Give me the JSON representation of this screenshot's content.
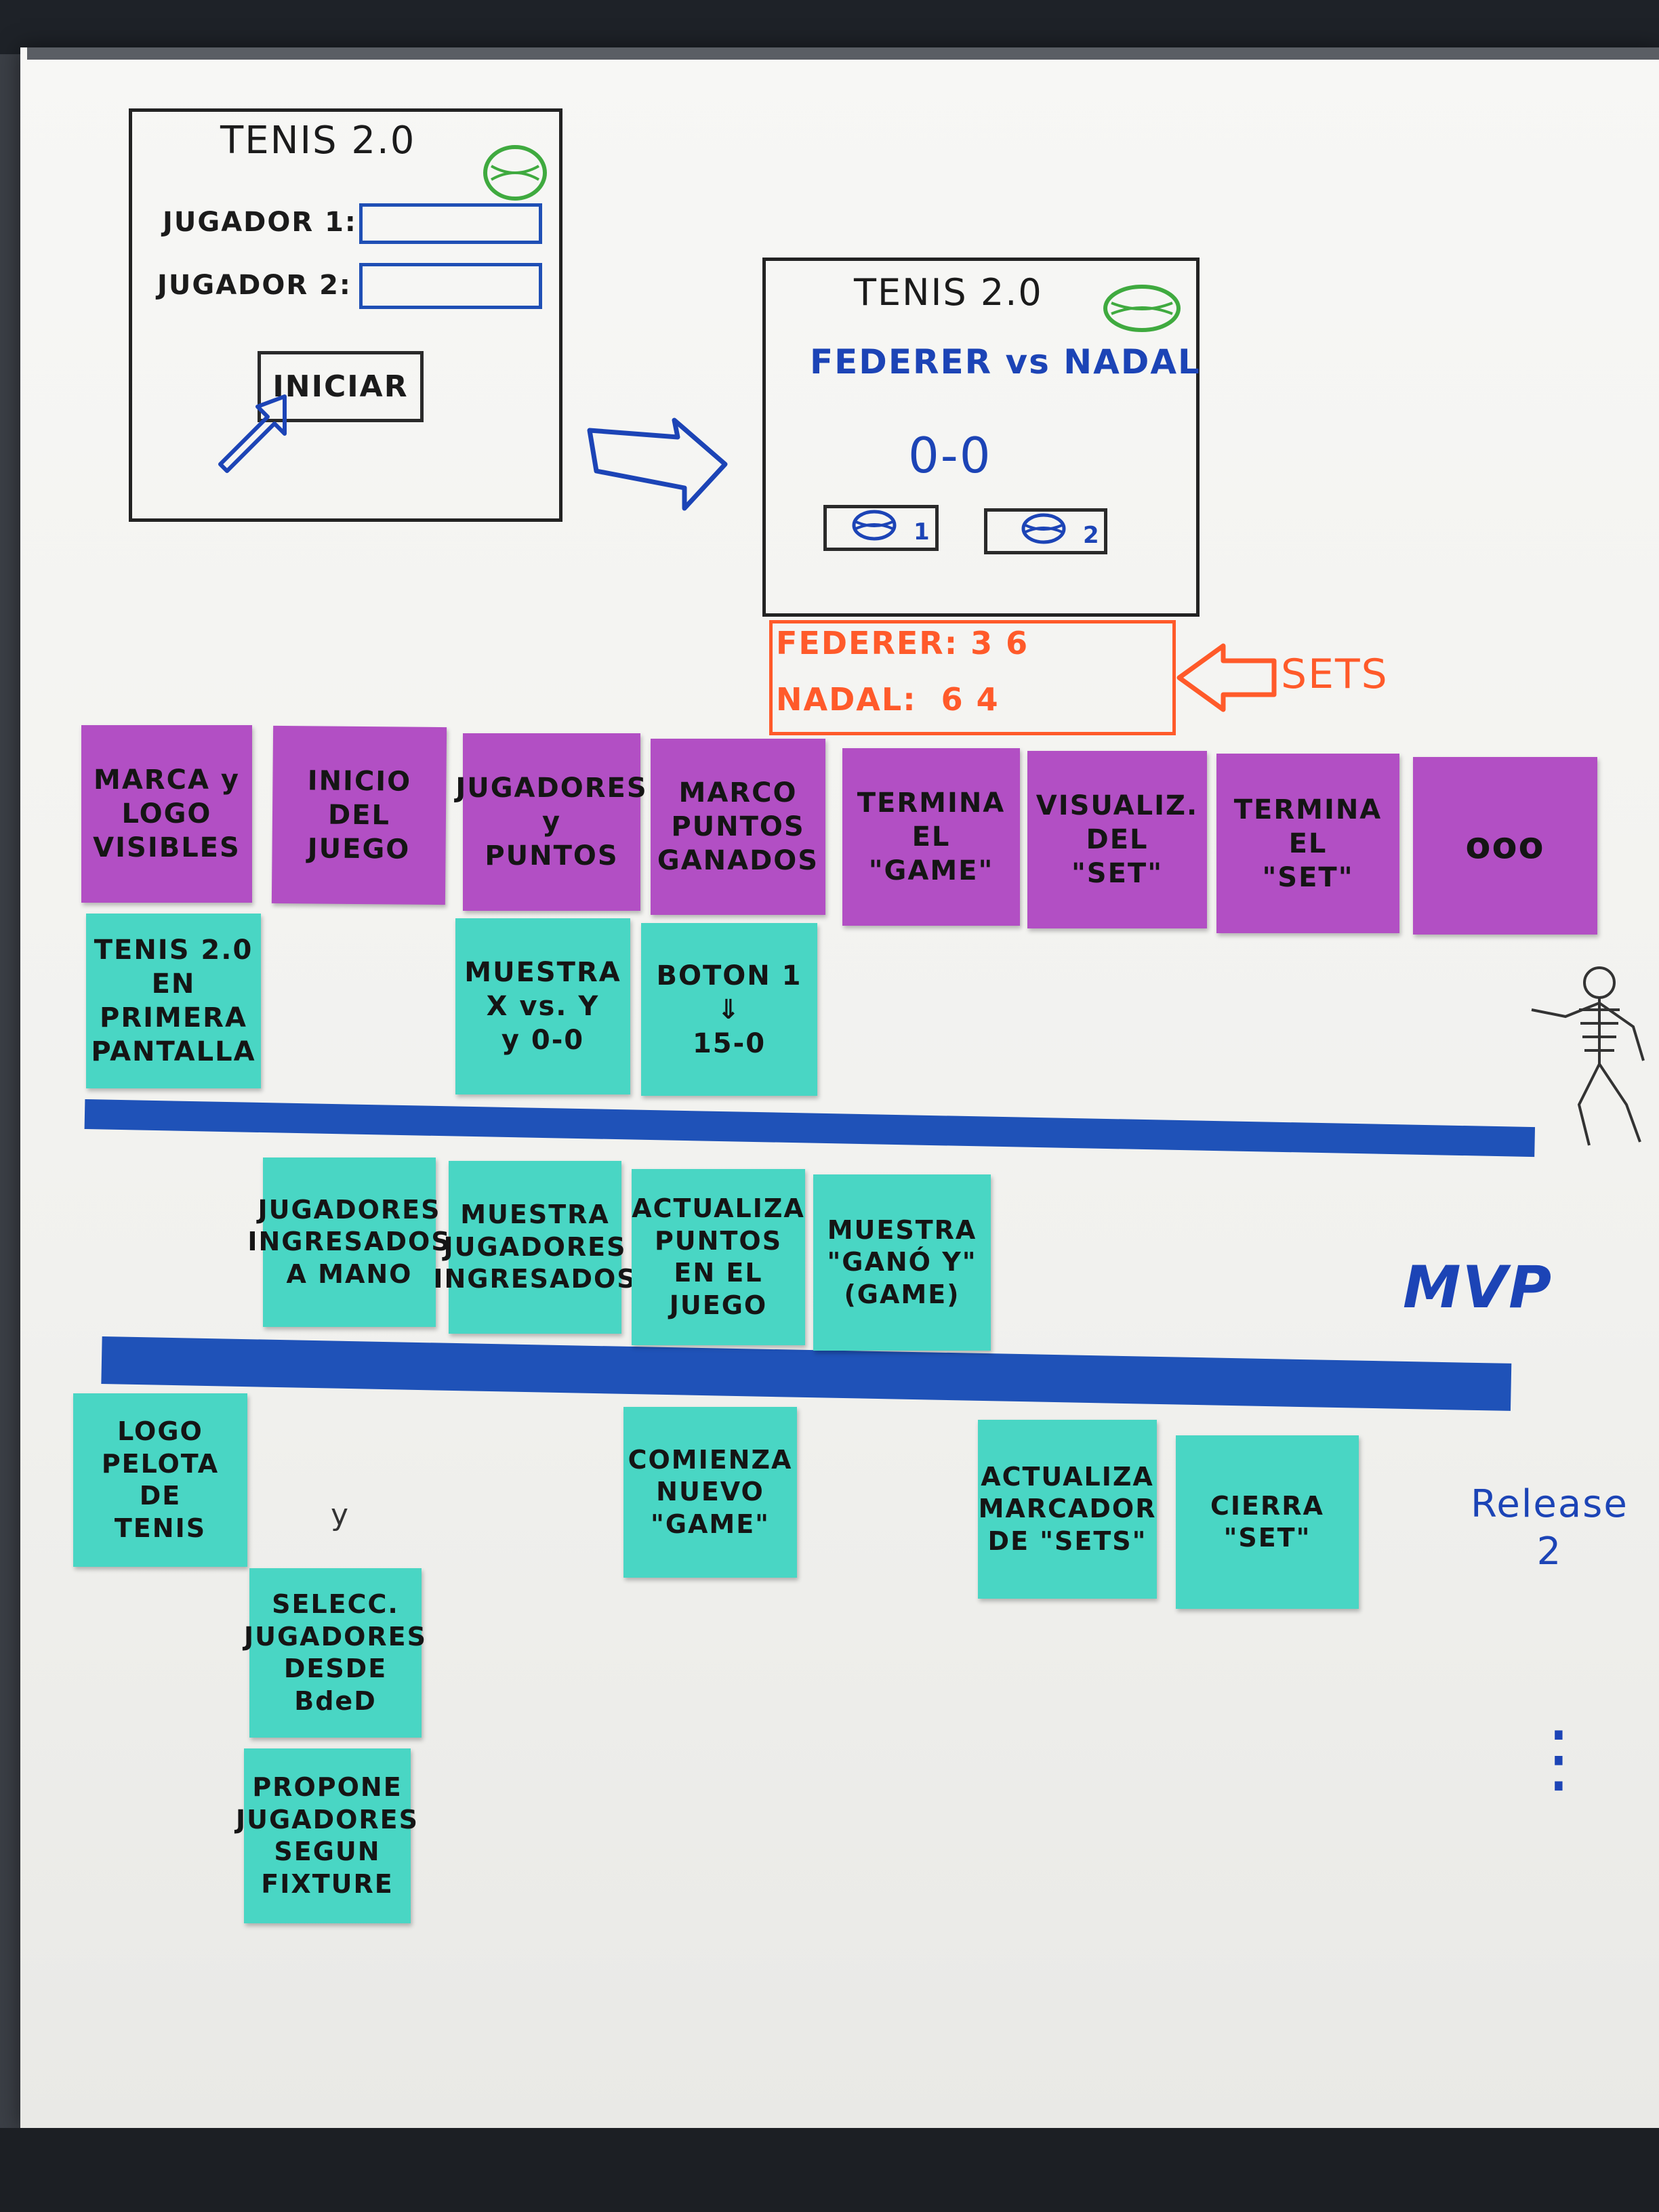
{
  "mockup_login": {
    "title": "TENIS 2.0",
    "player1_label": "JUGADOR 1:",
    "player2_label": "JUGADOR 2:",
    "start_button": "INICIAR"
  },
  "mockup_game": {
    "title": "TENIS 2.0",
    "matchup": "FEDERER vs NADAL",
    "score": "0-0",
    "button1_index": "1",
    "button2_index": "2"
  },
  "sets_box": {
    "row1": "FEDERER: 3 6",
    "row2": "NADAL:  6 4",
    "label": "SETS"
  },
  "backbone": [
    "MARCA y\nLOGO\nVISIBLES",
    "INICIO\nDEL\nJUEGO",
    "JUGADORES\ny\nPUNTOS",
    "MARCO\nPUNTOS\nGANADOS",
    "TERMINA\nEL\n\"GAME\"",
    "VISUALIZ.\nDEL\n\"SET\"",
    "TERMINA\nEL\n\"SET\"",
    "ooo"
  ],
  "walking_skeleton": [
    "TENIS 2.0\nEN\nPRIMERA\nPANTALLA",
    "MUESTRA\nX vs. Y\ny 0-0",
    "BOTON 1\n⇓\n15-0"
  ],
  "mvp": {
    "label": "MVP",
    "notes": [
      "JUGADORES\nINGRESADOS\nA MANO",
      "MUESTRA\nJUGADORES\nINGRESADOS",
      "ACTUALIZA\nPUNTOS\nEN EL\nJUEGO",
      "MUESTRA\n\"GANÓ Y\"\n(GAME)"
    ]
  },
  "release2": {
    "label": "Release\n2",
    "more": "⋮",
    "notes": [
      "LOGO\nPELOTA\nDE\nTENIS",
      "COMIENZA\nNUEVO\n\"GAME\"",
      "ACTUALIZA\nMARCADOR\nDE \"SETS\"",
      "CIERRA\n\"SET\"",
      "SELECC.\nJUGADORES\nDESDE\nBdeD",
      "PROPONE\nJUGADORES\nSEGUN\nFIXTURE"
    ]
  },
  "colors": {
    "pink_note": "#b24fc4",
    "teal_note": "#49d6c4",
    "tape": "#1f52b8",
    "marker_blue": "#1c44b6",
    "marker_orange": "#ff5a2a",
    "logo_green": "#3faa3f"
  }
}
